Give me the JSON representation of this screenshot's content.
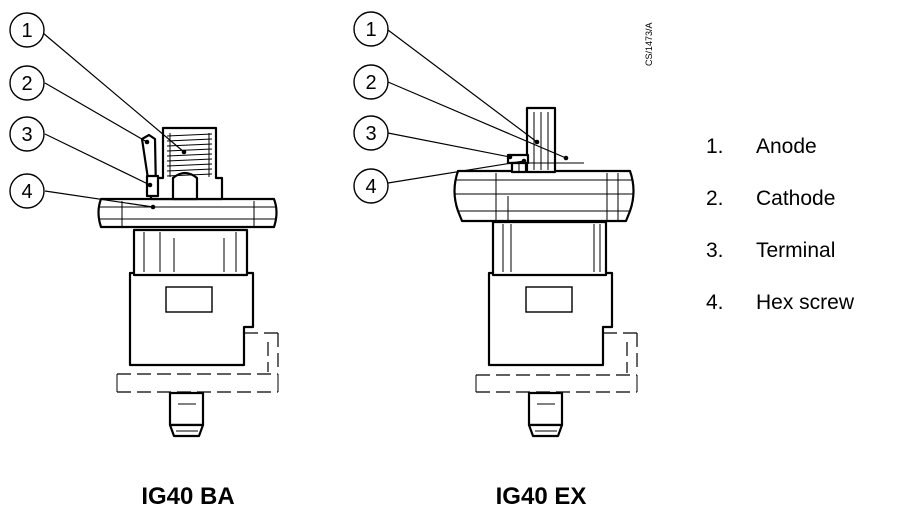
{
  "figure": {
    "reference_code": "CS/1473/A",
    "left_caption": "IG40 BA",
    "right_caption": "IG40 EX",
    "callout_numbers": [
      "1",
      "2",
      "3",
      "4"
    ]
  },
  "legend": {
    "items": [
      {
        "number": "1.",
        "label": "Anode"
      },
      {
        "number": "2.",
        "label": "Cathode"
      },
      {
        "number": "3.",
        "label": "Terminal"
      },
      {
        "number": "4.",
        "label": "Hex screw"
      }
    ]
  }
}
